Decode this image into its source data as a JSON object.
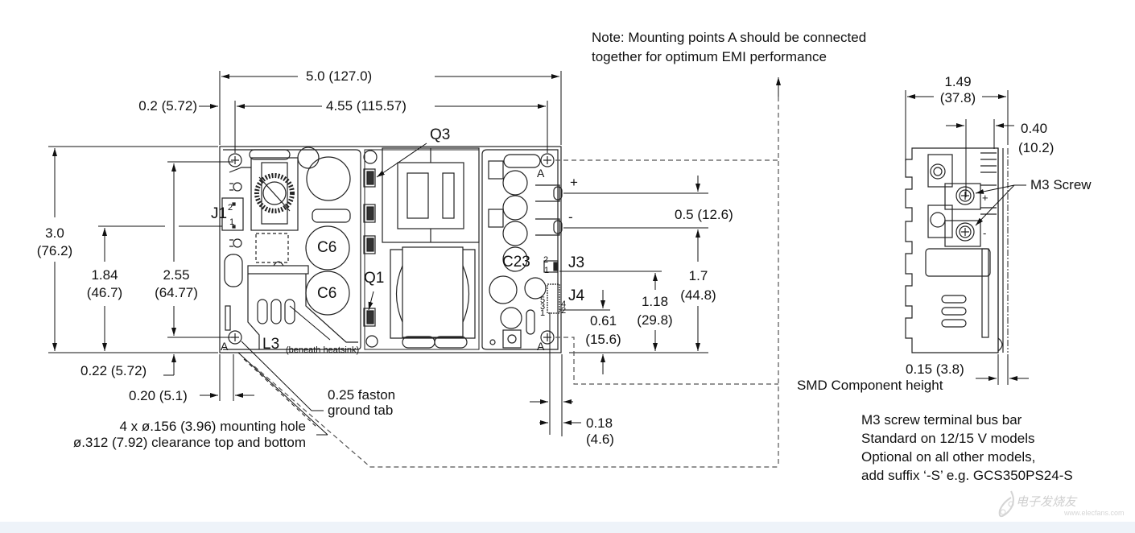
{
  "note": {
    "line1": "Note: Mounting points A should be connected",
    "line2": "together for optimum EMI performance"
  },
  "top_view": {
    "dimensions": {
      "overall_width": "5.0 (127.0)",
      "hole_spacing_width": "4.55 (115.57)",
      "hole_offset_left": "0.2 (5.72)",
      "overall_height_in": "3.0",
      "overall_height_mm": "(76.2)",
      "j1_height_in": "1.84",
      "j1_height_mm": "(46.7)",
      "hole_spacing_height_in": "2.55",
      "hole_spacing_height_mm": "(64.77)",
      "hole_offset_bottom": "0.22 (5.72)",
      "ground_tab_offset": "0.20 (5.1)",
      "terminal_spacing": "0.5 (12.6)",
      "output_height_in": "1.7",
      "output_height_mm": "(44.8)",
      "j3_height_in": "1.18",
      "j3_height_mm": "(29.8)",
      "j4_height_in": "0.61",
      "j4_height_mm": "(15.6)",
      "pin_offset_in": "0.18",
      "pin_offset_mm": "(4.6)"
    },
    "components": {
      "q3": "Q3",
      "q1": "Q1",
      "c6_top": "C6",
      "c6_bottom": "C6",
      "c23": "C23",
      "j1": "J1",
      "j1_pin2": "2",
      "j1_pin1": "1",
      "j3": "J3",
      "j3_pin2": "2",
      "j3_pin1": "1",
      "j4": "J4",
      "j4_pins": [
        "5",
        "3",
        "1",
        "4",
        "2"
      ],
      "l3": "L3",
      "l3_note": "(beneath heatsink)",
      "mount_a": "A",
      "plus": "+",
      "minus": "-"
    },
    "callouts": {
      "faston_line1": "0.25 faston",
      "faston_line2": "ground tab",
      "mounting_line1": "4 x ø.156 (3.96) mounting hole",
      "mounting_line2": "ø.312 (7.92) clearance top and bottom"
    }
  },
  "side_view": {
    "dimensions": {
      "width_in": "1.49",
      "width_mm": "(37.8)",
      "screw_offset_in": "0.40",
      "screw_offset_mm": "(10.2)",
      "smd_height": "0.15 (3.8)",
      "smd_label": "SMD Component height"
    },
    "callouts": {
      "m3_screw": "M3 Screw",
      "plus": "+",
      "minus": "-"
    },
    "notes": [
      "M3 screw terminal bus bar",
      "Standard on 12/15 V models",
      "Optional on all other models,",
      "add suffix ‘-S’ e.g. GCS350PS24-S"
    ]
  },
  "watermark": {
    "text": "电子发烧友",
    "url": "www.elecfans.com"
  }
}
